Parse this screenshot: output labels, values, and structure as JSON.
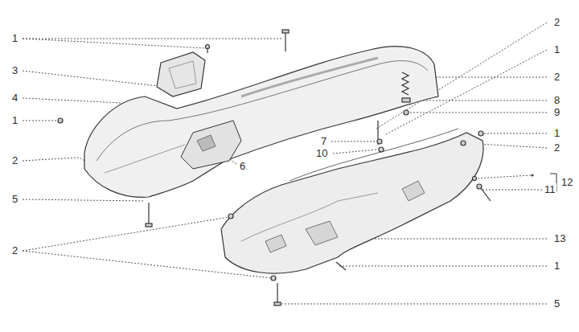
{
  "diagram": {
    "labels": [
      "1",
      "3",
      "4",
      "1",
      "2",
      "5",
      "2",
      "2",
      "1",
      "2",
      "8",
      "9",
      "7",
      "10",
      "1",
      "2",
      "6",
      "12",
      "11",
      "13",
      "1",
      "5"
    ]
  }
}
